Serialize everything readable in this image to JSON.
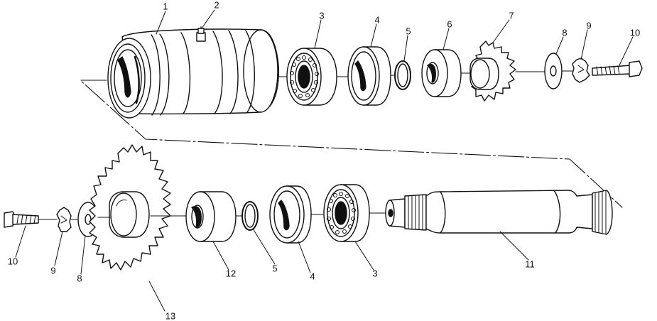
{
  "diagram": {
    "ink": "#111111",
    "paper": "#ffffff",
    "callouts": {
      "c1": "1",
      "c2": "2",
      "c3a": "3",
      "c4a": "4",
      "c5a": "5",
      "c6": "6",
      "c7": "7",
      "c8a": "8",
      "c9a": "9",
      "c10a": "10",
      "c10b": "10",
      "c9b": "9",
      "c8b": "8",
      "c12": "12",
      "c5b": "5",
      "c4b": "4",
      "c3b": "3",
      "c11": "11",
      "c13": "13"
    }
  }
}
